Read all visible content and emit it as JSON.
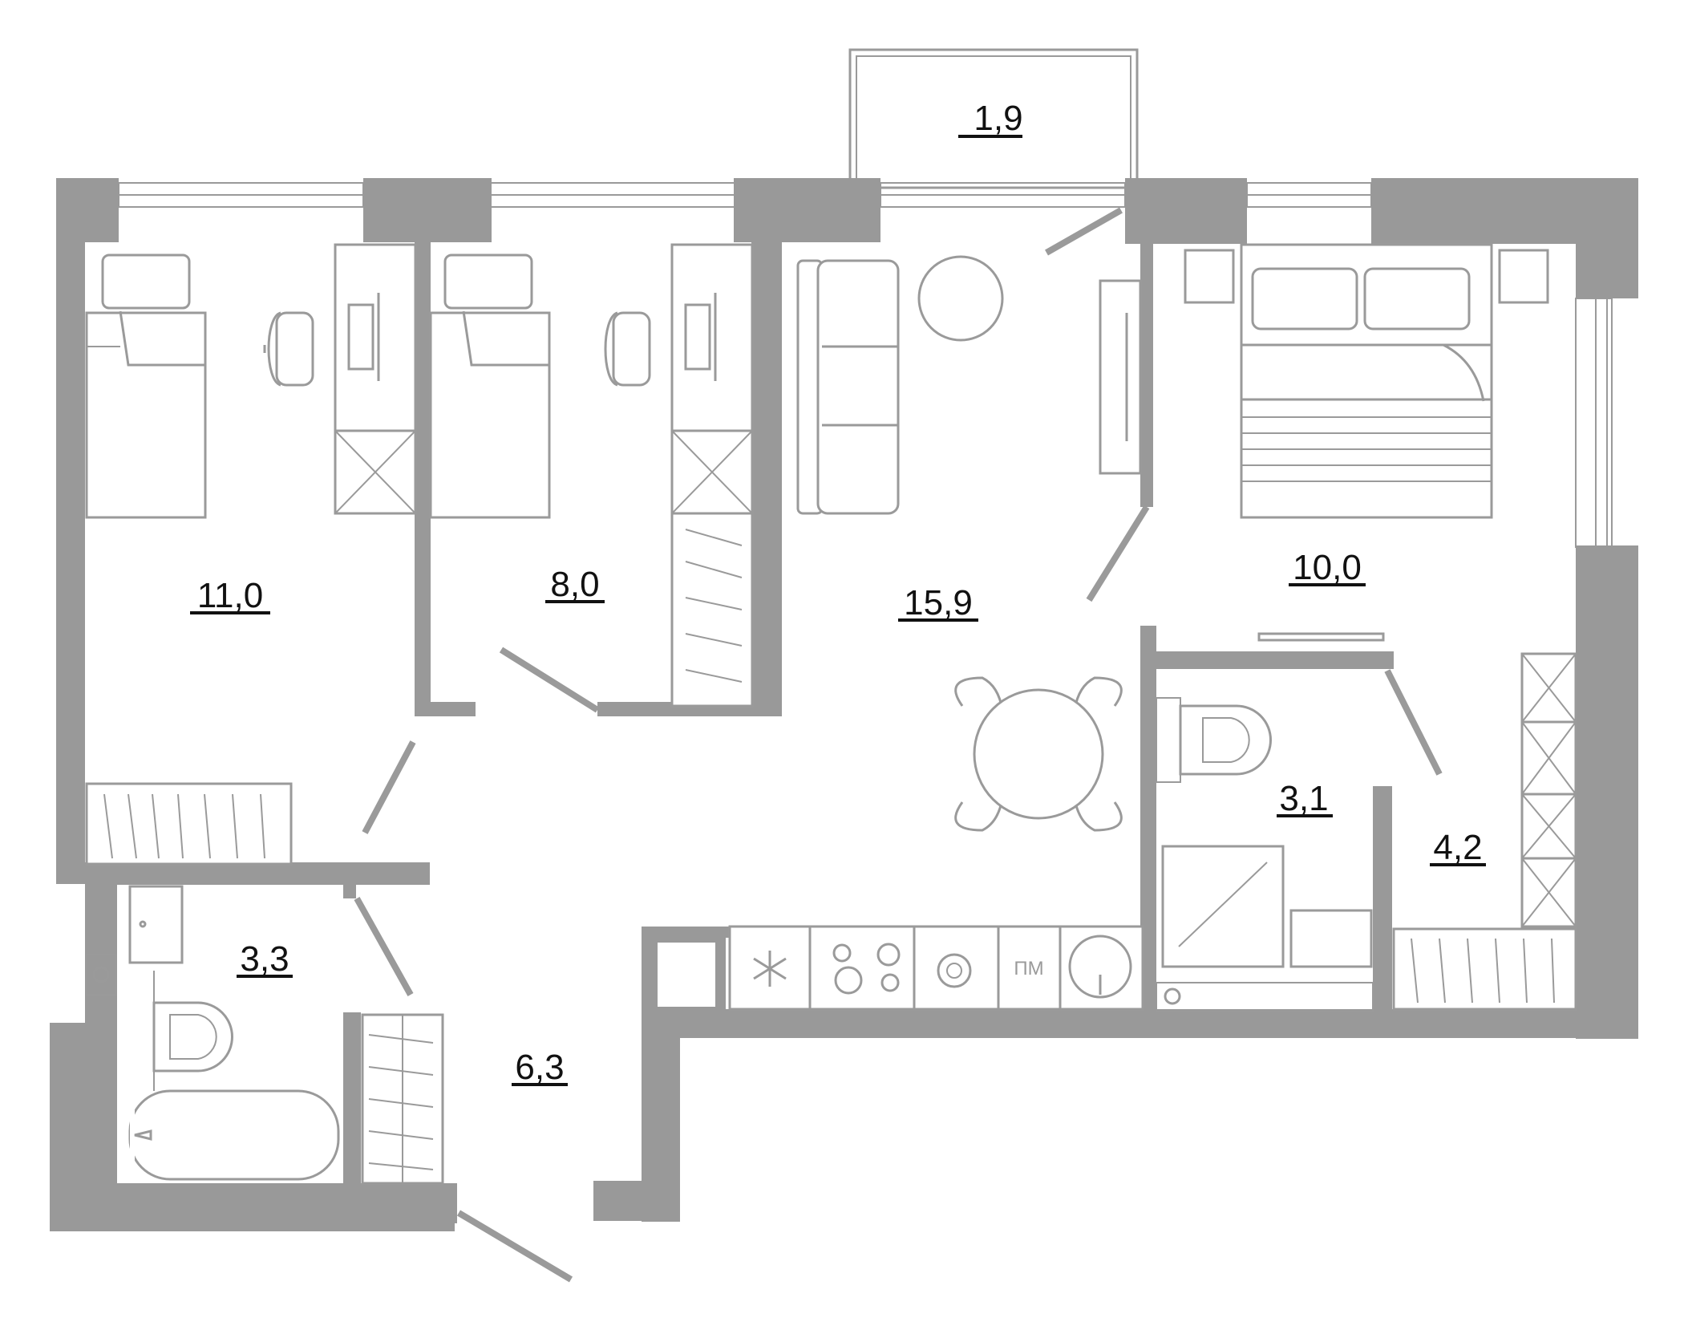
{
  "rooms": [
    {
      "id": "bedroom-left",
      "area": "11,0"
    },
    {
      "id": "bedroom-middle",
      "area": "8,0"
    },
    {
      "id": "living-kitchen",
      "area": "15,9"
    },
    {
      "id": "bedroom-right",
      "area": "10,0"
    },
    {
      "id": "balcony",
      "area": "1,9"
    },
    {
      "id": "wc-right",
      "area": "3,1"
    },
    {
      "id": "hall-right",
      "area": "4,2"
    },
    {
      "id": "bathroom-left",
      "area": "3,3"
    },
    {
      "id": "hall-entrance",
      "area": "6,3"
    }
  ],
  "appliances": {
    "dishwasher_label": "ПМ"
  },
  "colors": {
    "wall": "#999999",
    "furniture_stroke": "#9a9a9a",
    "label": "#111111"
  }
}
